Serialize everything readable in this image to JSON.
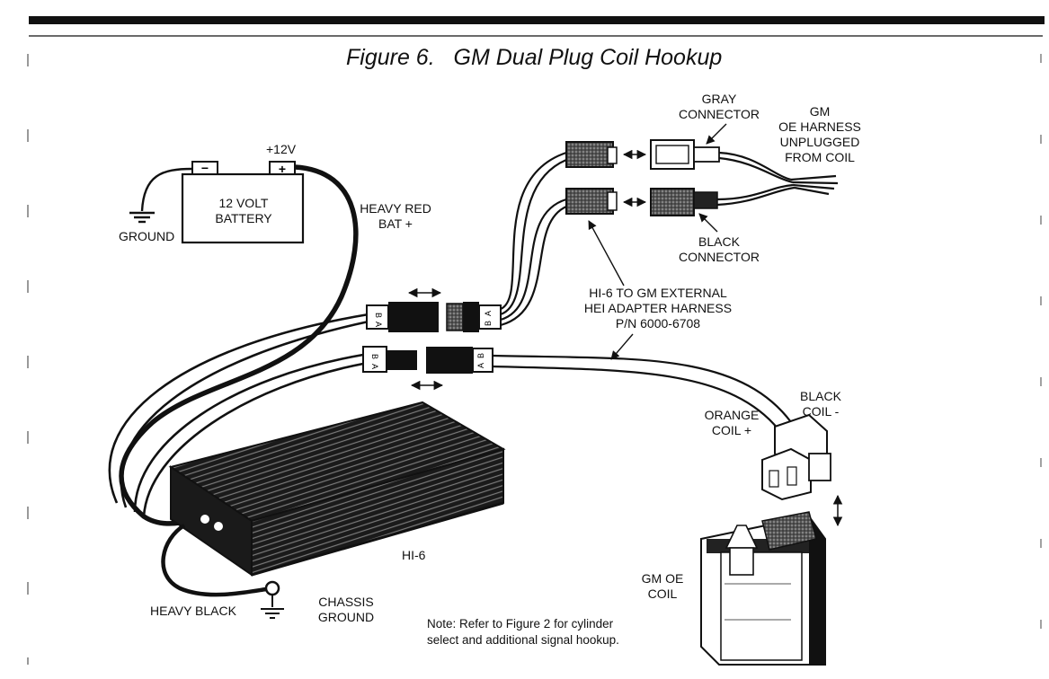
{
  "figure": {
    "title_prefix": "Figure 6.",
    "title_main": "GM Dual Plug Coil Hookup"
  },
  "battery": {
    "label_line1": "12 VOLT",
    "label_line2": "BATTERY",
    "neg_symbol": "−",
    "pos_symbol": "+",
    "pos_voltage": "+12V"
  },
  "ground_label": "GROUND",
  "heavy_red": {
    "line1": "HEAVY RED",
    "line2": "BAT +"
  },
  "gray_connector": {
    "line1": "GRAY",
    "line2": "CONNECTOR"
  },
  "gm_harness": {
    "line1": "GM",
    "line2": "OE HARNESS",
    "line3": "UNPLUGGED",
    "line4": "FROM COIL"
  },
  "black_connector": {
    "line1": "BLACK",
    "line2": "CONNECTOR"
  },
  "adapter": {
    "line1": "HI-6 TO GM EXTERNAL",
    "line2": "HEI ADAPTER HARNESS",
    "line3": "P/N 6000-6708"
  },
  "black_coil": {
    "line1": "BLACK",
    "line2": "COIL -"
  },
  "orange_coil": {
    "line1": "ORANGE",
    "line2": "COIL +"
  },
  "hi6_label": "HI-6",
  "gm_coil": {
    "line1": "GM  OE",
    "line2": "COIL"
  },
  "heavy_black": "HEAVY BLACK",
  "chassis_ground": {
    "line1": "CHASSIS",
    "line2": "GROUND"
  },
  "note": {
    "line1": "Note: Refer to Figure 2 for cylinder",
    "line2": "select and additional signal hookup."
  },
  "pin_labels": {
    "a": "A",
    "b": "B"
  },
  "colors": {
    "ink": "#111111",
    "paper": "#ffffff"
  }
}
